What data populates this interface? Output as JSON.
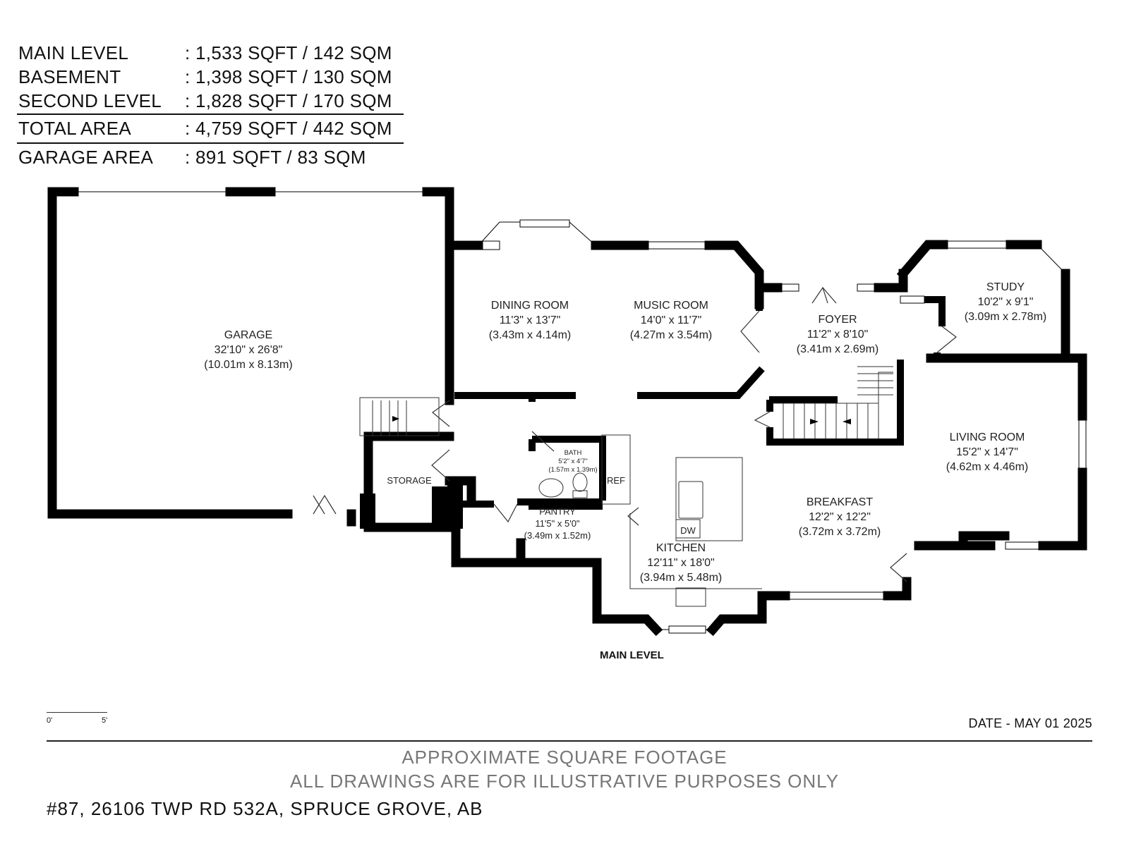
{
  "area_summary": {
    "rows": [
      {
        "label": "MAIN LEVEL",
        "value": ": 1,533 SQFT / 142 SQM"
      },
      {
        "label": "BASEMENT",
        "value": ": 1,398 SQFT / 130 SQM"
      },
      {
        "label": "SECOND LEVEL",
        "value": ": 1,828 SQFT / 170 SQM"
      }
    ],
    "total": {
      "label": "TOTAL AREA",
      "value": ": 4,759 SQFT / 442 SQM"
    },
    "garage": {
      "label": "GARAGE AREA",
      "value": ": 891 SQFT / 83 SQM"
    }
  },
  "rooms": {
    "garage": {
      "name": "GARAGE",
      "imperial": "32'10\" x 26'8\"",
      "metric": "(10.01m x 8.13m)"
    },
    "dining": {
      "name": "DINING ROOM",
      "imperial": "11'3\" x 13'7\"",
      "metric": "(3.43m x 4.14m)"
    },
    "music": {
      "name": "MUSIC ROOM",
      "imperial": "14'0\" x 11'7\"",
      "metric": "(4.27m x 3.54m)"
    },
    "foyer": {
      "name": "FOYER",
      "imperial": "11'2\" x 8'10\"",
      "metric": "(3.41m x 2.69m)"
    },
    "study": {
      "name": "STUDY",
      "imperial": "10'2\" x 9'1\"",
      "metric": "(3.09m x 2.78m)"
    },
    "living": {
      "name": "LIVING ROOM",
      "imperial": "15'2\" x 14'7\"",
      "metric": "(4.62m x 4.46m)"
    },
    "breakfast": {
      "name": "BREAKFAST",
      "imperial": "12'2\" x 12'2\"",
      "metric": "(3.72m x 3.72m)"
    },
    "kitchen": {
      "name": "KITCHEN",
      "imperial": "12'11\" x 18'0\"",
      "metric": "(3.94m x 5.48m)"
    },
    "pantry": {
      "name": "PANTRY",
      "imperial": "11'5\" x 5'0\"",
      "metric": "(3.49m x 1.52m)"
    },
    "bath": {
      "name": "BATH",
      "imperial": "5'2\" x 4'7\"",
      "metric": "(1.57m x 1.39m)"
    },
    "storage": {
      "name": "STORAGE"
    }
  },
  "fixtures": {
    "ref": "REF",
    "dw": "DW"
  },
  "level_title": "MAIN LEVEL",
  "scale": {
    "start": "0'",
    "end": "5'"
  },
  "date": "DATE - MAY 01 2025",
  "disclaimer": {
    "line1": "APPROXIMATE SQUARE FOOTAGE",
    "line2": "ALL DRAWINGS ARE FOR ILLUSTRATIVE PURPOSES ONLY"
  },
  "address": "#87, 26106 TWP RD 532A, SPRUCE GROVE, AB"
}
